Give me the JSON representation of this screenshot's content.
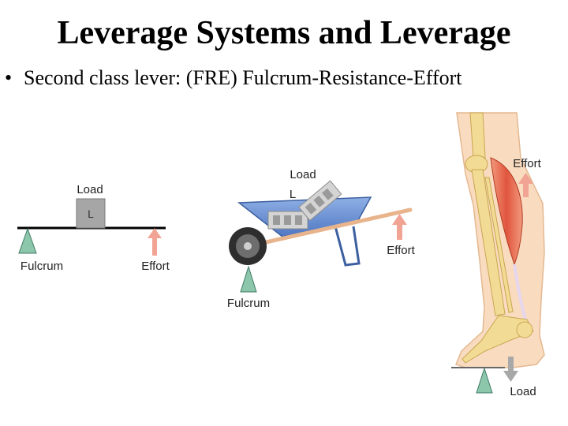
{
  "slide": {
    "title": "Leverage Systems and Leverage",
    "bullet_marker": "•",
    "bullet": "Second class lever: (FRE) Fulcrum-Resistance-Effort"
  },
  "simple_lever": {
    "load_label": "Load",
    "load_box_text": "L",
    "fulcrum_label": "Fulcrum",
    "effort_label": "Effort"
  },
  "wheelbarrow": {
    "load_label": "Load",
    "load_letter": "L",
    "fulcrum_label": "Fulcrum",
    "effort_label": "Effort"
  },
  "leg": {
    "effort_label": "Effort",
    "load_label": "Load"
  },
  "colors": {
    "fulcrum_fill": "#8cc7ac",
    "effort_arrow": "#f2a494",
    "load_arrow": "#a8a8a8",
    "load_box": "#a6a6a6",
    "wheelbarrow_tub": "#6f96d6",
    "handle": "#e8b48c",
    "bone": "#f2dc95",
    "skin": "#f9dcc0",
    "muscle": "#e46a4e"
  }
}
